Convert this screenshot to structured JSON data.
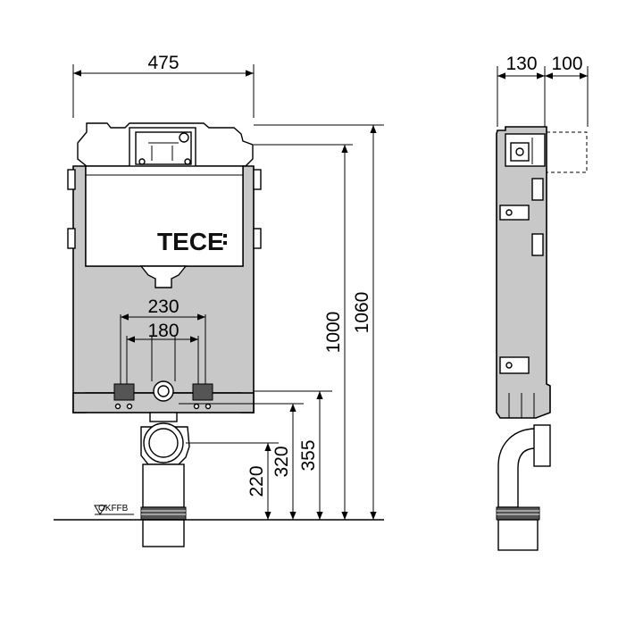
{
  "brand": {
    "logo_text": "TECE"
  },
  "dimensions": {
    "frame_width": "475",
    "depth_frame": "130",
    "depth_extra": "100",
    "spacing_outer": "230",
    "spacing_inner": "180",
    "height_frame": "1000",
    "height_total": "1060",
    "height_drain": "220",
    "height_supply": "320",
    "height_bracket": "355"
  },
  "floor_label": "OKFFB",
  "colors": {
    "frame_gray": "#c8c8c8",
    "line": "#000000"
  }
}
